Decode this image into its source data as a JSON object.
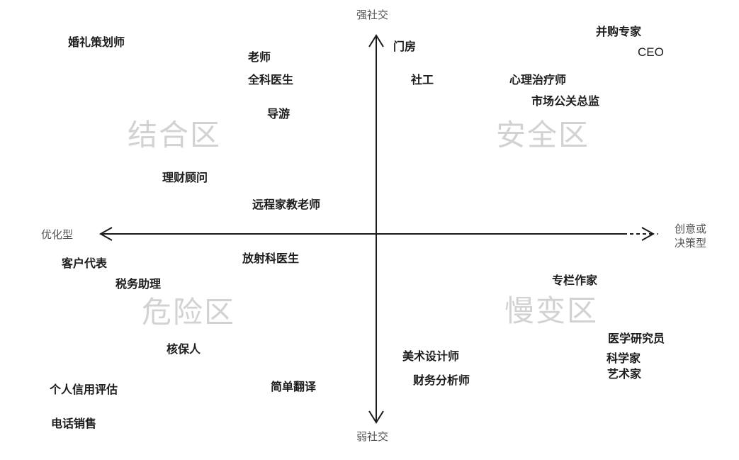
{
  "diagram": {
    "type": "quadrant",
    "axes": {
      "top": "强社交",
      "bottom": "弱社交",
      "left": "优化型",
      "right_line1": "创意或",
      "right_line2": "决策型"
    },
    "zones": {
      "top_left": "结合区",
      "top_right": "安全区",
      "bottom_left": "危险区",
      "bottom_right": "慢变区"
    },
    "colors": {
      "axis": "#1a1a1a",
      "zone_text": "#d2d2d2",
      "label_text": "#1c1c1c",
      "axis_text": "#555555"
    },
    "items": {
      "top_left": [
        "婚礼策划师",
        "老师",
        "全科医生",
        "导游",
        "理财顾问",
        "远程家教老师"
      ],
      "top_right": [
        "门房",
        "社工",
        "并购专家",
        "CEO",
        "心理治疗师",
        "市场公关总监"
      ],
      "bottom_left": [
        "客户代表",
        "税务助理",
        "放射科医生",
        "核保人",
        "个人信用评估",
        "简单翻译",
        "电话销售"
      ],
      "bottom_right": [
        "专栏作家",
        "医学研究员",
        "科学家",
        "艺术家",
        "美术设计师",
        "财务分析师"
      ]
    }
  }
}
